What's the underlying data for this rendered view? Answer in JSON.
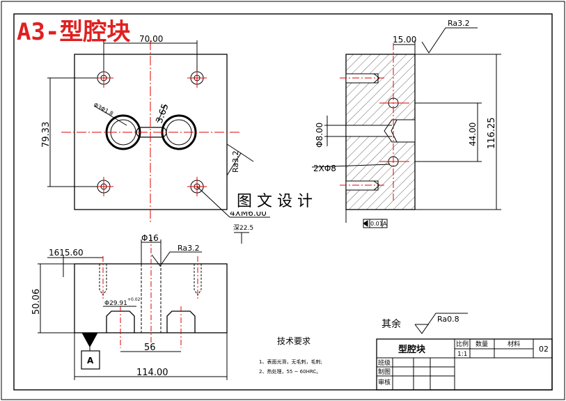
{
  "title": "A3-型腔块",
  "colors": {
    "title": "#e02020",
    "centerline": "#e00000",
    "outline": "#000000",
    "background": "#ffffff"
  },
  "watermark": "图 文 设 计",
  "top_view": {
    "dim_top": "70.00",
    "dim_left": "79.33",
    "dim_center_hole": "3.65",
    "dim_pocket": "Φ3Φ1.8",
    "dim_holes": "4XM6.00",
    "dim_depth": "深22.5",
    "roughness": "Ra3.2"
  },
  "side_view": {
    "dim_top": "15.00",
    "roughness": "Ra3.2",
    "dim_bore": "Φ8.00",
    "dim_holes": "2XΦ8",
    "dim_inner": "44.00",
    "dim_height": "116.25",
    "tolerance_box": "0.01",
    "tolerance_datum": "A"
  },
  "front_view": {
    "dim_offsets": "1615.60",
    "dim_height": "50.06",
    "dim_bore": "Φ16",
    "roughness": "Ra3.2",
    "dim_pocket": "Φ29.91",
    "dim_pocket_tol": "+0.02",
    "dim_spacing": "56",
    "dim_width": "114.00",
    "datum": "A"
  },
  "notes": {
    "heading": "技术要求",
    "items": [
      "1、表面光滑，无毛刺，毛刺;",
      "2、热处理，55 ~ 60HRC。"
    ]
  },
  "general_roughness": {
    "label": "其余",
    "value": "Ra0.8"
  },
  "title_block": {
    "part_name": "型腔块",
    "col_scale": "比例",
    "col_qty": "数量",
    "col_material": "材料",
    "sheet_no": "02",
    "scale_value": "1:1",
    "row_designer": "班级",
    "row_drawer": "制图",
    "row_reviewer": "审核"
  }
}
